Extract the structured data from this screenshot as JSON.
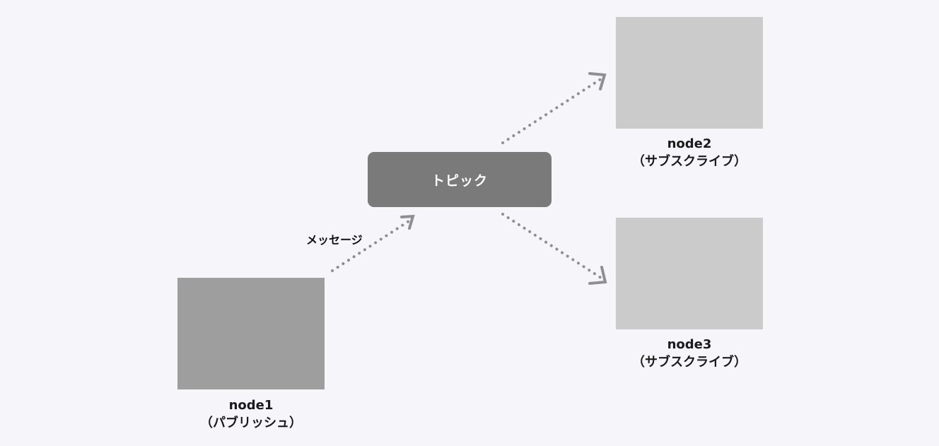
{
  "topic": {
    "label": "トピック"
  },
  "edges": {
    "publish_label": "メッセージ"
  },
  "nodes": [
    {
      "name": "node1",
      "role": "（パブリッシュ）"
    },
    {
      "name": "node2",
      "role": "（サブスクライブ）"
    },
    {
      "name": "node3",
      "role": "（サブスクライブ）"
    }
  ],
  "colors": {
    "background": "#f6f6fa",
    "publisher_box": "#9e9e9e",
    "subscriber_box": "#cbcbcb",
    "topic_box": "#7a7a7a",
    "arrow": "#8f8f93"
  }
}
